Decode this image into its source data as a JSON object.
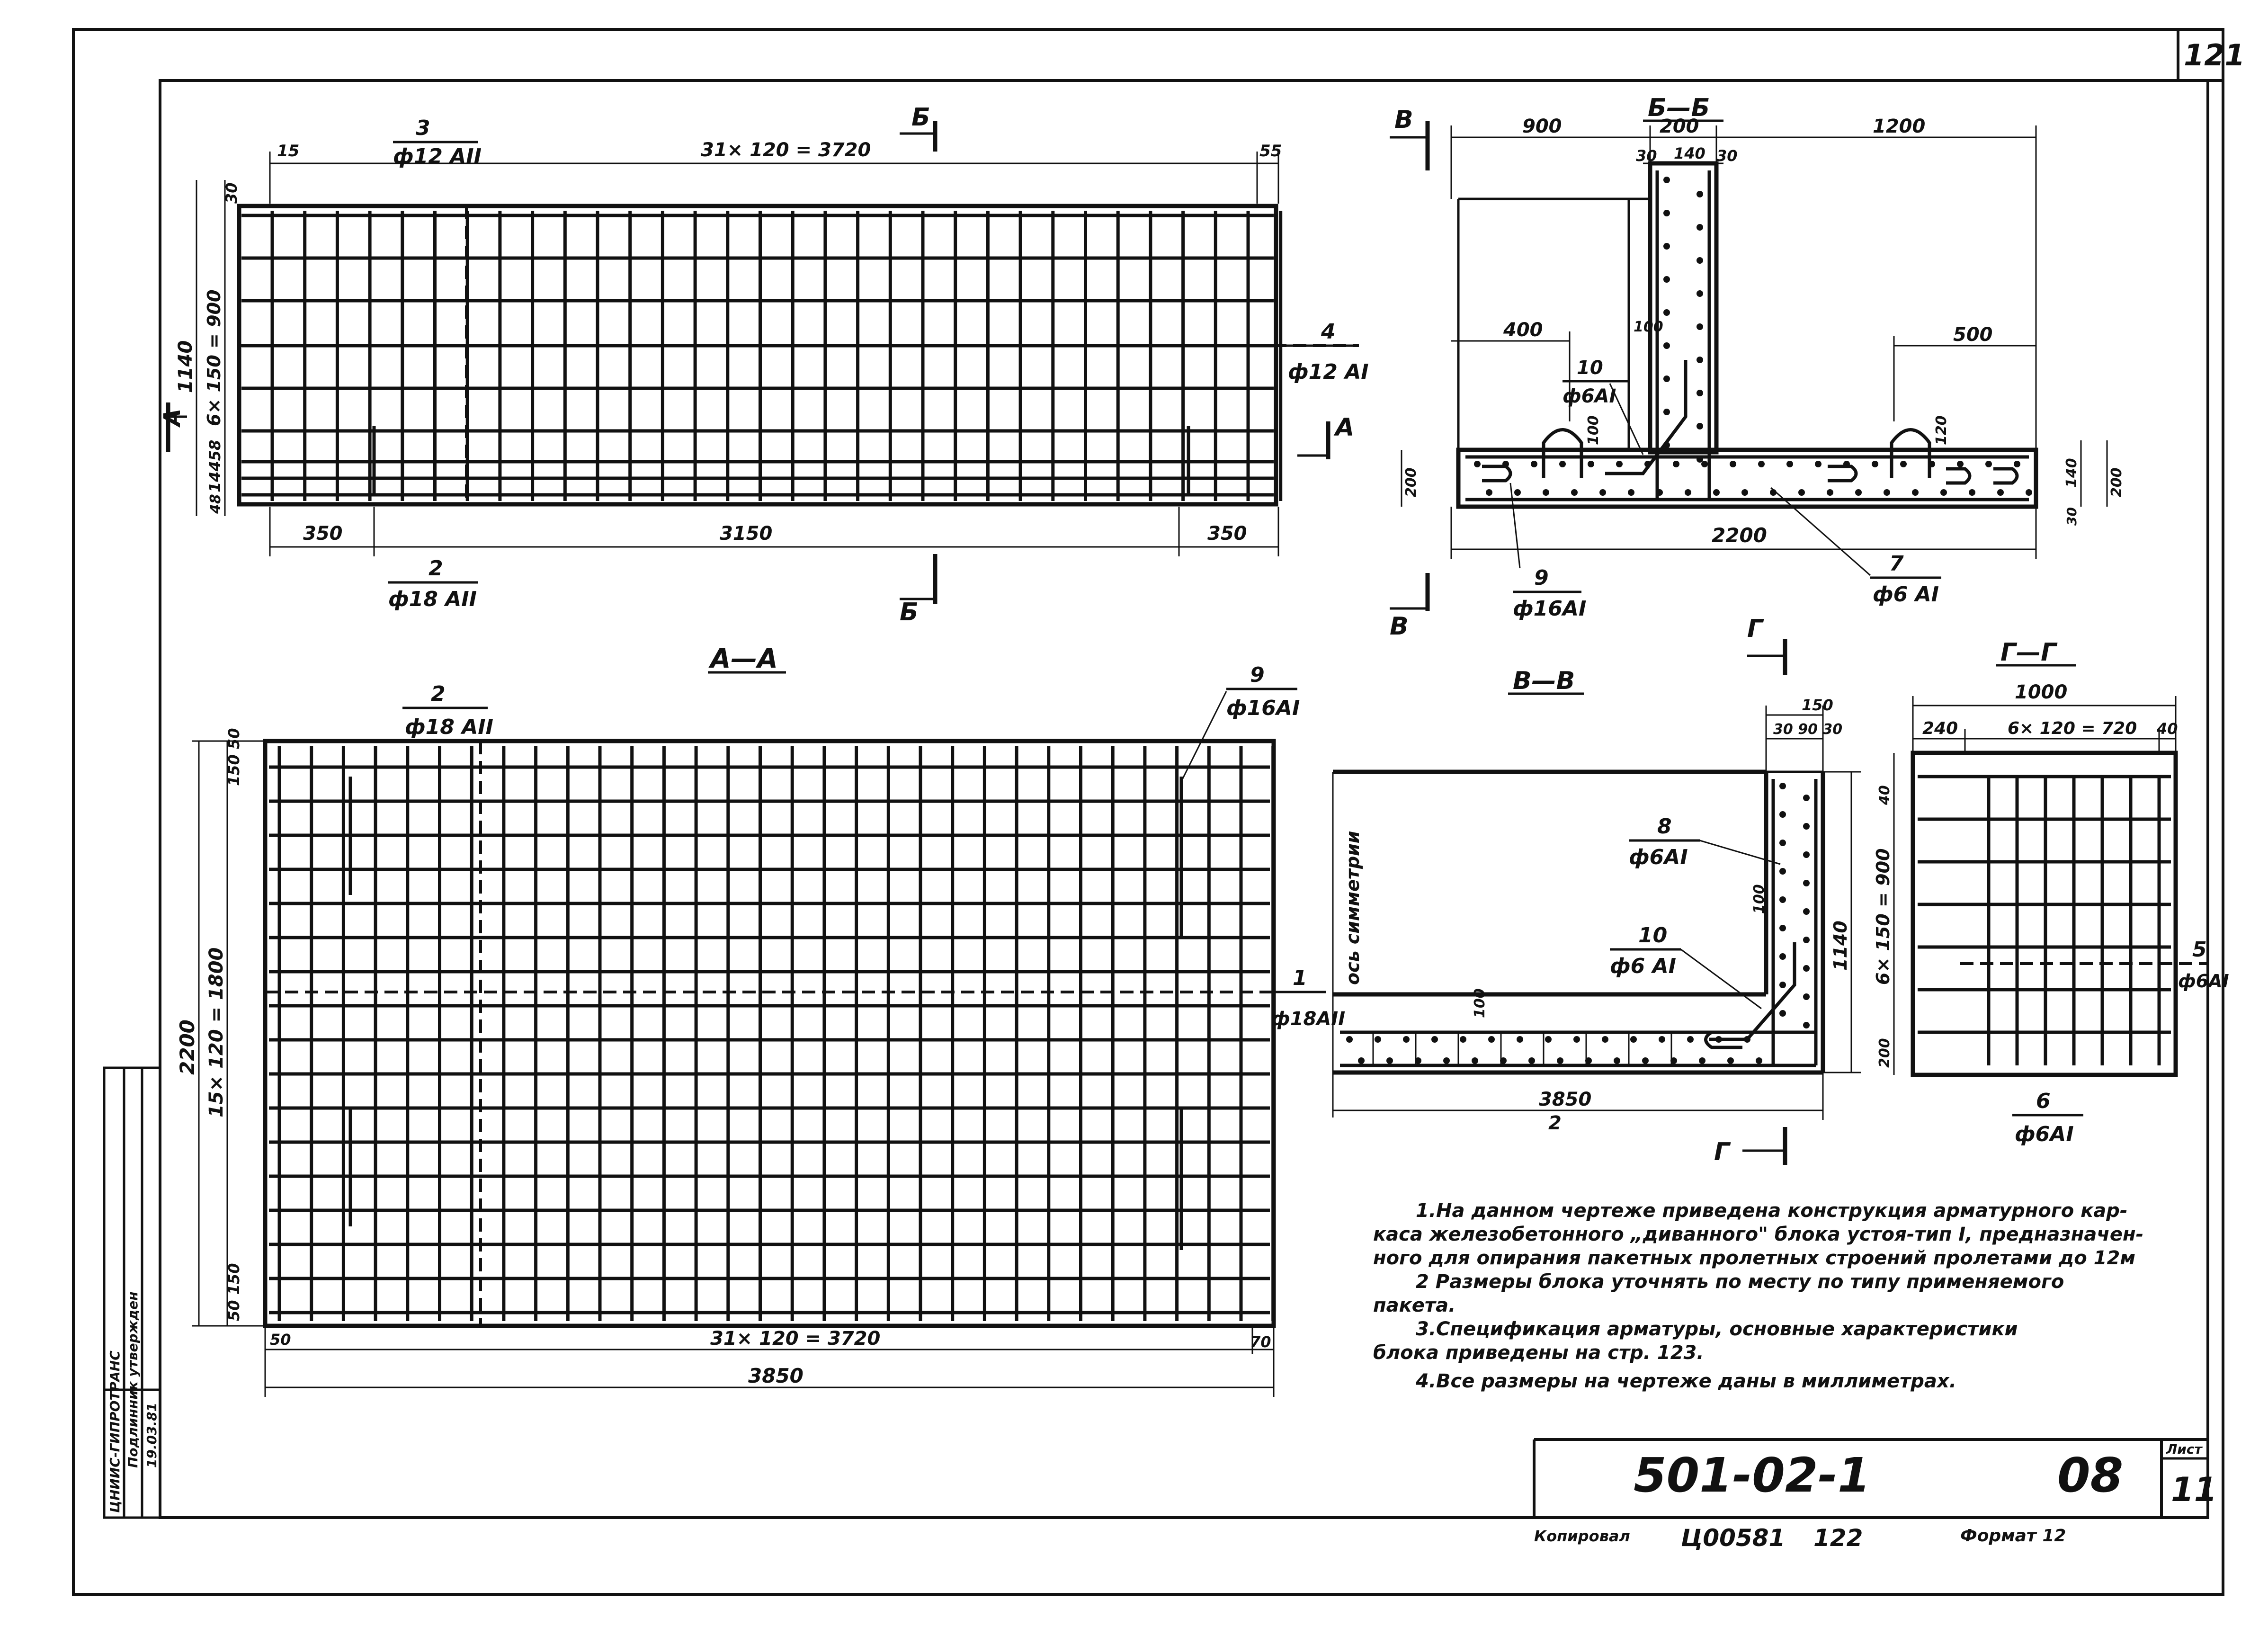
{
  "sheet": {
    "page_number": "121",
    "doc_code": "501-02-1",
    "doc_suffix": "08",
    "sheet_label": "Лист",
    "sheet_no": "11",
    "copied_label": "Копировал",
    "inv_no": "Ц00581",
    "page_ref": "122",
    "format_label": "Формат 12",
    "side_stamp_1": "ЦНИИС-ГИПРОТРАНС",
    "side_stamp_2": "Подлинник утвержден",
    "side_stamp_3": "19.03.81"
  },
  "plan": {
    "dim_left_15": "15",
    "dim_top": "31× 120 = 3720",
    "dim_right_55": "55",
    "dim_30": "30",
    "dim_1140": "1140",
    "dim_6x150": "6× 150 = 900",
    "dim_14458": "14458",
    "dim_48": "48",
    "dim_350_left": "350",
    "dim_3150": "3150",
    "dim_350_right": "350",
    "mark3_num": "3",
    "mark3_bar": "ф12 АII",
    "mark4_num": "4",
    "mark4_bar": "ф12 АI",
    "mark2_num": "2",
    "mark2_bar": "ф18 АII",
    "sec_A": "А",
    "sec_B_top": "Б",
    "sec_B_bottom": "Б"
  },
  "section_bb": {
    "title": "Б—Б",
    "dim_900": "900",
    "dim_200": "200",
    "dim_1200": "1200",
    "dim_30a": "30",
    "dim_140": "140",
    "dim_30b": "30",
    "dim_400": "400",
    "dim_500": "500",
    "dim_100a": "100",
    "dim_100b": "100",
    "dim_120": "120",
    "dim_200_left": "200",
    "dim_140_right": "140",
    "dim_30_right": "30",
    "dim_200_right": "200",
    "dim_2200": "2200",
    "mark10_num": "10",
    "mark10_bar": "ф6АI",
    "mark9_num": "9",
    "mark9_bar": "ф16АI",
    "mark7_num": "7",
    "mark7_bar": "ф6 АI",
    "sec_V_top": "В",
    "sec_V_bottom": "В"
  },
  "section_aa": {
    "title": "А—А",
    "dim_150_50": "150 50",
    "dim_2200": "2200",
    "dim_15x120": "15× 120 = 1800",
    "dim_50_150": "50 150",
    "dim_50": "50",
    "dim_31x120": "31× 120 = 3720",
    "dim_70": "70",
    "dim_3850": "3850",
    "mark2_num": "2",
    "mark2_bar": "ф18 АII",
    "mark9_num": "9",
    "mark9_bar": "ф16АI",
    "mark1_num": "1",
    "mark1_bar": "ф18АII"
  },
  "section_vv": {
    "title": "В—В",
    "axis_label": "ось симметрии",
    "dim_150": "150",
    "dim_30_90_30": "30 90 30",
    "dim_1140": "1140",
    "dim_100a": "100",
    "dim_100b": "100",
    "dim_3850": "3850",
    "dim_2": "2",
    "mark8_num": "8",
    "mark8_bar": "ф6АI",
    "mark10_num": "10",
    "mark10_bar": "ф6 АI",
    "sec_G_top": "Г",
    "sec_G_bottom": "Г"
  },
  "section_gg": {
    "title": "Г—Г",
    "dim_1000": "1000",
    "dim_240": "240",
    "dim_6x120": "6× 120 = 720",
    "dim_40a": "40",
    "dim_40b": "40",
    "dim_6x150": "6× 150 = 900",
    "dim_200": "200",
    "mark5_num": "5",
    "mark5_bar": "ф6АI",
    "mark6_num": "6",
    "mark6_bar": "ф6АI"
  },
  "notes": [
    "1.На данном чертеже приведена конструкция арматурного кар-",
    "каса железобетонного „диванного\" блока устоя-тип I, предназначен-",
    "ного для опирания пакетных пролетных строений пролетами до 12м",
    "2 Размеры блока уточнять по месту по типу применяемого",
    "пакета.",
    "3.Спецификация арматуры, основные характеристики",
    "блока приведены на стр. 123.",
    "4.Все размеры на чертеже даны в миллиметрах."
  ]
}
